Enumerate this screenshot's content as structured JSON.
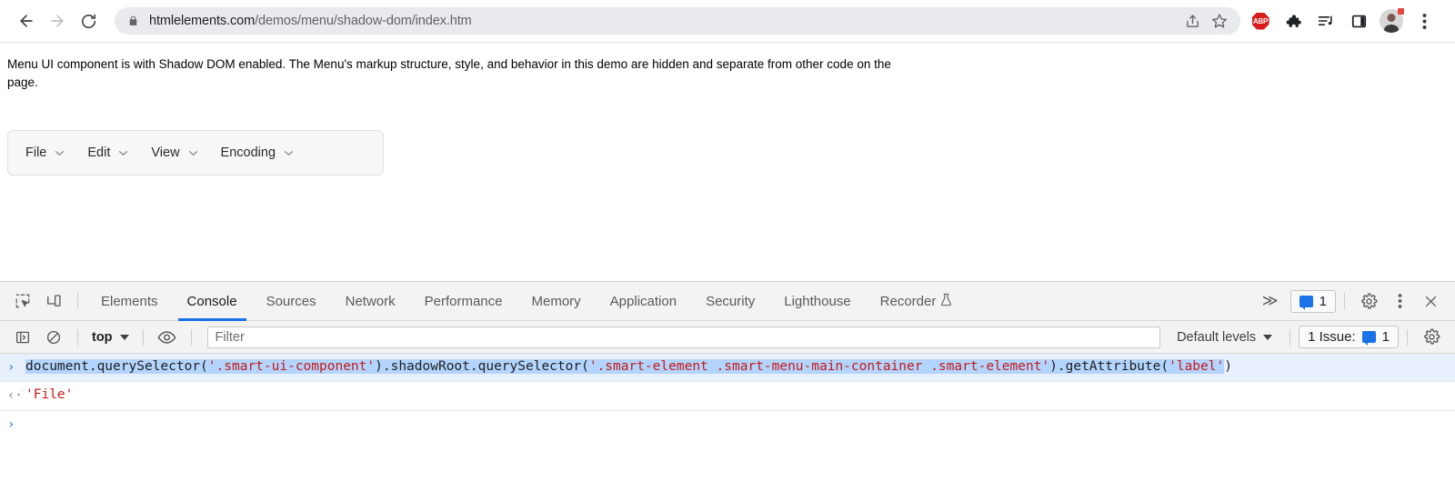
{
  "browser": {
    "nav": {
      "back": "back-arrow",
      "forward": "forward-arrow",
      "reload": "reload-icon"
    },
    "omnibox": {
      "lock": "lock-icon",
      "domain": "htmlelements.com",
      "path": "/demos/menu/shadow-dom/index.htm",
      "share": "share-icon",
      "bookmark": "star-icon"
    },
    "extensions": [
      {
        "name": "adblock-plus-icon",
        "label": "ABP"
      },
      {
        "name": "extensions-puzzle-icon",
        "label": ""
      },
      {
        "name": "reading-list-icon",
        "label": ""
      },
      {
        "name": "side-panel-icon",
        "label": ""
      }
    ],
    "profile": "avatar",
    "menu": "kebab-menu-icon"
  },
  "page": {
    "description": "Menu UI component is with Shadow DOM enabled. The Menu's markup structure, style, and behavior in this demo are hidden and separate from other code on the page.",
    "menu_widget": {
      "items": [
        {
          "label": "File"
        },
        {
          "label": "Edit"
        },
        {
          "label": "View"
        },
        {
          "label": "Encoding"
        }
      ]
    }
  },
  "devtools": {
    "left_icons": [
      {
        "name": "inspect-element-icon"
      },
      {
        "name": "device-toolbar-icon"
      }
    ],
    "tabs": [
      {
        "label": "Elements",
        "active": false
      },
      {
        "label": "Console",
        "active": true
      },
      {
        "label": "Sources",
        "active": false
      },
      {
        "label": "Network",
        "active": false
      },
      {
        "label": "Performance",
        "active": false
      },
      {
        "label": "Memory",
        "active": false
      },
      {
        "label": "Application",
        "active": false
      },
      {
        "label": "Security",
        "active": false
      },
      {
        "label": "Lighthouse",
        "active": false
      },
      {
        "label": "Recorder",
        "active": false,
        "icon": "flask-icon"
      }
    ],
    "overflow_label": "≫",
    "issues_badge": {
      "count": "1",
      "icon": "issue-bubble-icon"
    },
    "settings_icon": "gear-icon",
    "more_icon": "kebab-menu-icon",
    "close_icon": "close-icon",
    "console_toolbar": {
      "sidebar_toggle": "console-sidebar-icon",
      "clear_console": "clear-console-icon",
      "context": "top",
      "live_expression": "eye-icon",
      "filter_placeholder": "Filter",
      "filter_value": "",
      "levels": "Default levels",
      "issues_text": "1 Issue:",
      "issues_count": "1",
      "settings_icon": "gear-icon"
    },
    "console": {
      "command": {
        "prompt": "›",
        "pre_sel": "document.querySelector(",
        "arg1": "'.smart-ui-component'",
        "mid": ").shadowRoot.querySelector(",
        "arg2": "'.smart-element .smart-menu-main-container .smart-element'",
        "post": ").getAttribute(",
        "arg3": "'label'",
        "end": ")"
      },
      "result": {
        "arrow": "‹·",
        "value": "'File'"
      },
      "prompt": "›"
    }
  },
  "colors": {
    "accent": "#1a73e8",
    "string": "#c41a16",
    "selection": "#b3d4fd",
    "command_row_bg": "#e9f0fd",
    "adblock_red": "#d81d1d"
  }
}
